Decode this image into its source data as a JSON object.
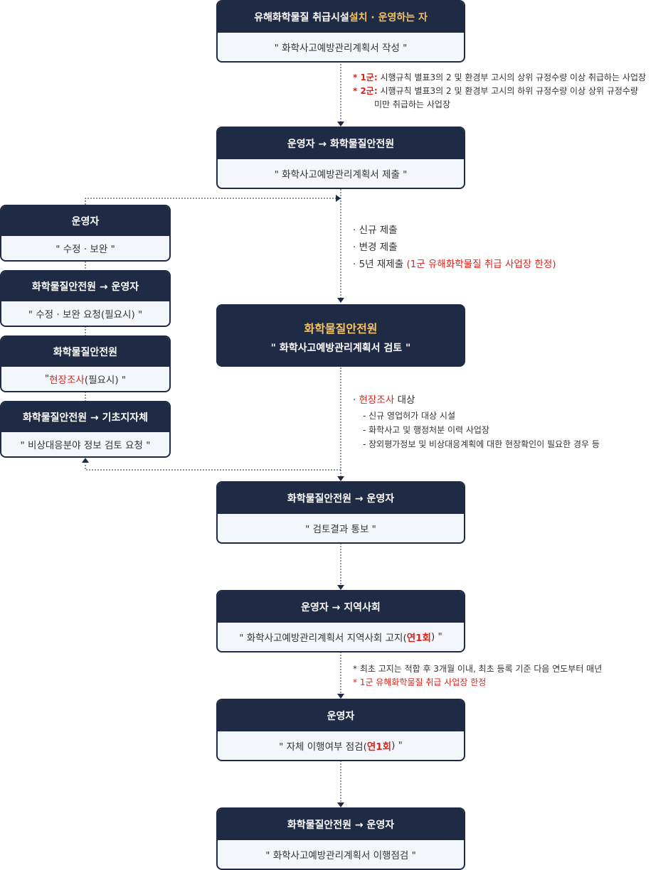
{
  "step1": {
    "title_prefix": "유해화학물질 취급시설 ",
    "title_highlight": "설치 · 운영하는 자",
    "body": "\" 화학사고예방관리계획서 작성 \""
  },
  "note1": {
    "line1_mark": "* 1군:",
    "line1_text": " 시행규칙 별표3의 2 및 환경부 고시의 상위 규정수량 이상 취급하는 사업장",
    "line2_mark": "* 2군:",
    "line2_text": " 시행규칙 별표3의 2 및 환경부 고시의 하위 규정수량 이상 상위 규정수량",
    "line3_text": "미만 취급하는 사업장"
  },
  "step2": {
    "title": "운영자 → 화학물질안전원",
    "body": "\" 화학사고예방관리계획서 제출 \""
  },
  "submit_types": {
    "item1": "· 신규 제출",
    "item2": "· 변경 제출",
    "item3": "· 5년 재제출 ",
    "item3_highlight": "(1군 유해화학물질 취급 사업장 한정)"
  },
  "step3": {
    "title": "화학물질안전원",
    "body": "\" 화학사고예방관리계획서 검토 \""
  },
  "inspection": {
    "head_dot": "· ",
    "head_highlight": "현장조사",
    "head_rest": " 대상",
    "items": [
      "- 신규 영업허가 대상 시설",
      "- 화학사고 및 행정처분 이력 사업장",
      "- 장외평가정보 및 비상대응계획에 대한 현장확인이 필요한 경우 등"
    ]
  },
  "side": {
    "box1": {
      "title": "운영자",
      "body": "\" 수정 · 보완 \""
    },
    "box2": {
      "title": "화학물질안전원 → 운영자",
      "body": "\" 수정 · 보완 요청(필요시) \""
    },
    "box3": {
      "title": "화학물질안전원",
      "body_q1": "\" ",
      "body_highlight": "현장조사",
      "body_rest": "(필요시) \""
    },
    "box4": {
      "title": "화학물질안전원 → 기초지자체",
      "body": "\" 비상대응분야 정보 검토 요청 \""
    }
  },
  "step4": {
    "title": "화학물질안전원 → 운영자",
    "body": "\" 검토결과 통보 \""
  },
  "step5": {
    "title": "운영자 → 지역사회",
    "body_prefix": "\" 화학사고예방관리계획서 지역사회 고지(",
    "body_highlight": "연1회",
    "body_suffix": ") \""
  },
  "note2": {
    "line1": "* 최초 고지는 적합 후 3개월 이내, 최초 등록 기준 다음 연도부터 매년",
    "line2": "* 1군 유해화학물질 취급 사업장 한정"
  },
  "step6": {
    "title": "운영자",
    "body_prefix": "\" 자체 이행여부 점검(",
    "body_highlight": "연1회",
    "body_suffix": ") \""
  },
  "step7": {
    "title": "화학물질안전원 → 운영자",
    "body": "\" 화학사고예방관리계획서 이행점검 \""
  },
  "colors": {
    "navy": "#1f2a44",
    "box_fill": "#f3f7fc",
    "highlight_gold": "#f7c35c",
    "highlight_red": "#d9251c"
  }
}
